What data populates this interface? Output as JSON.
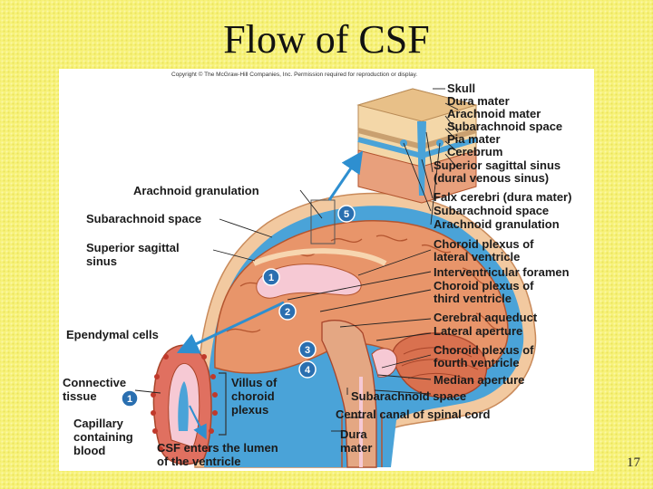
{
  "title": "Flow of CSF",
  "slide_number": "17",
  "copyright": "Copyright © The McGraw-Hill Companies, Inc. Permission required for reproduction or display.",
  "labels": {
    "skull": "Skull",
    "dura_mater": "Dura mater",
    "arachnoid_mater": "Arachnoid mater",
    "subarachnoid_space_top": "Subarachnoid space",
    "pia_mater": "Pia mater",
    "cerebrum": "Cerebrum",
    "superior_sagittal_sinus_right_1": "Superior sagittal sinus",
    "superior_sagittal_sinus_right_2": "(dural venous sinus)",
    "falx_cerebri": "Falx cerebri (dura mater)",
    "subarachnoid_space_right": "Subarachnoid space",
    "arachnoid_granulation_right": "Arachnoid granulation",
    "choroid_lateral_1": "Choroid plexus of",
    "choroid_lateral_2": "lateral ventricle",
    "interventricular_foramen": "Interventricular foramen",
    "choroid_third_1": "Choroid plexus of",
    "choroid_third_2": "third ventricle",
    "cerebral_aqueduct": "Cerebral aqueduct",
    "lateral_aperture": "Lateral aperture",
    "choroid_fourth_1": "Choroid plexus of",
    "choroid_fourth_2": "fourth ventricle",
    "median_aperture": "Median aperture",
    "subarachnoid_space_bottom": "Subarachnoid space",
    "central_canal": "Central canal of spinal cord",
    "dura_mater_bottom_1": "Dura",
    "dura_mater_bottom_2": "mater",
    "arachnoid_granulation_left": "Arachnoid granulation",
    "subarachnoid_space_left": "Subarachnoid space",
    "superior_sagittal_left_1": "Superior sagittal",
    "superior_sagittal_left_2": "sinus",
    "ependymal_cells": "Ependymal cells",
    "connective_tissue_1": "Connective",
    "connective_tissue_2": "tissue",
    "villus_1": "Villus of",
    "villus_2": "choroid",
    "villus_3": "plexus",
    "capillary_1": "Capillary",
    "capillary_2": "containing",
    "capillary_3": "blood",
    "csf_enters_1": "CSF enters the lumen",
    "csf_enters_2": "of the ventricle"
  },
  "steps": [
    "1",
    "2",
    "3",
    "4",
    "5"
  ],
  "colors": {
    "brain": "#e8956a",
    "brain_dark": "#c0603c",
    "csf_blue": "#4aa3d8",
    "arrow_blue": "#2e8fd0",
    "skin": "#f2c9a0",
    "bone": "#f4d7a8",
    "badge": "#2a6fb0"
  }
}
